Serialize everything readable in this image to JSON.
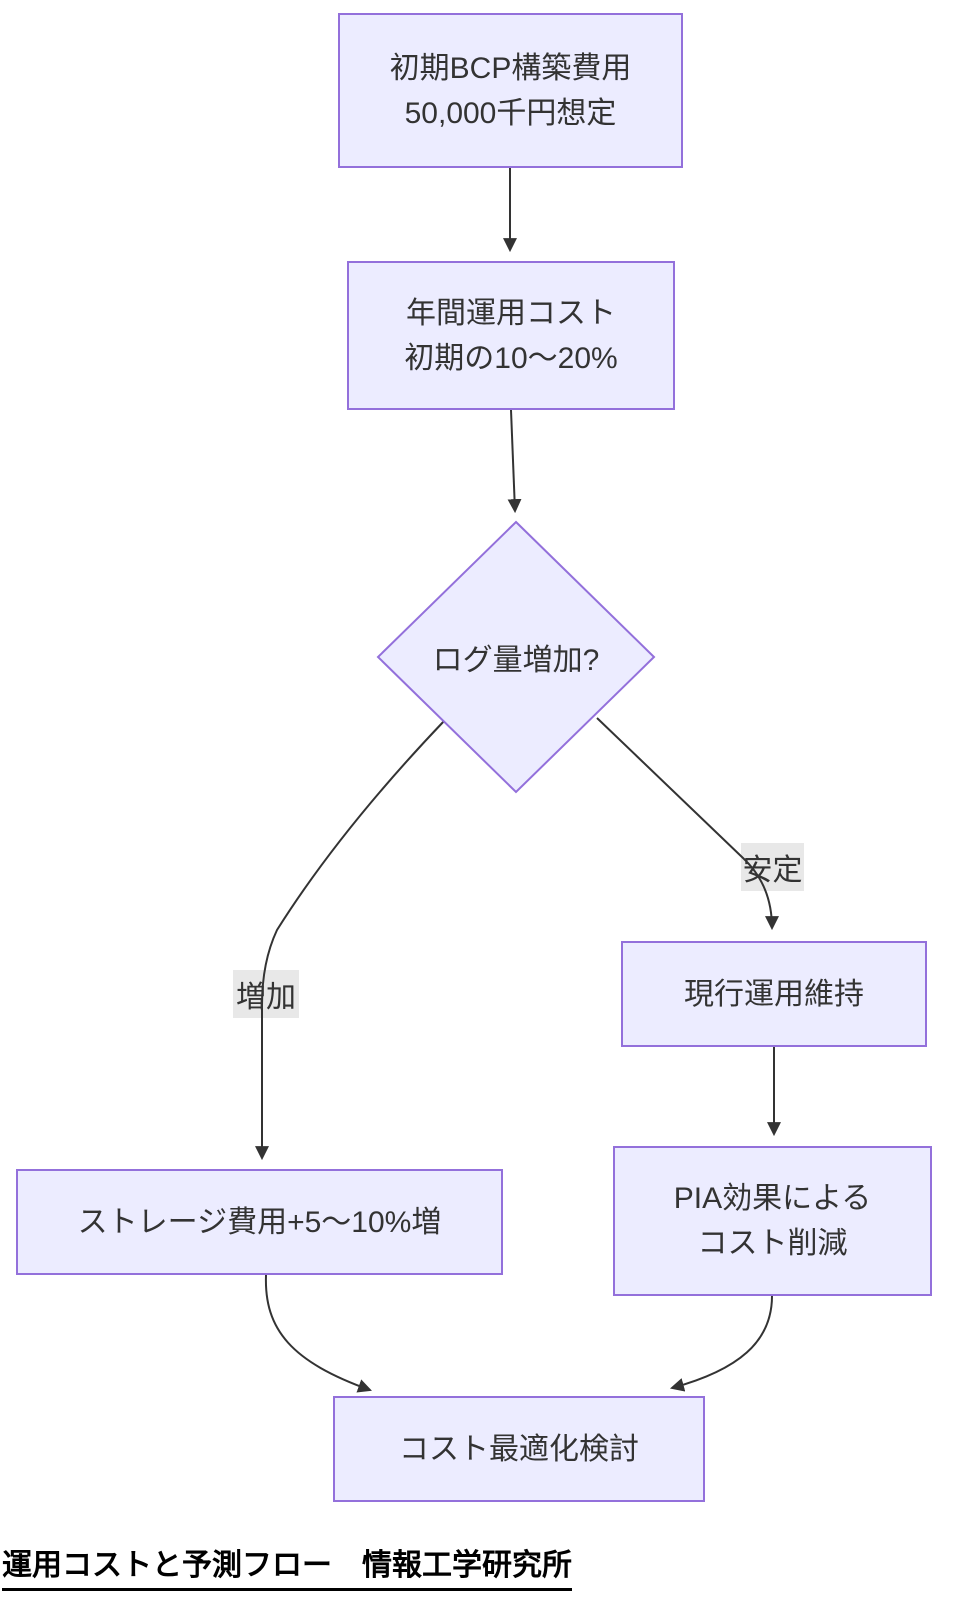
{
  "diagram": {
    "nodes": {
      "initial": {
        "line1": "初期BCP構築費用",
        "line2": "50,000千円想定"
      },
      "annual": {
        "line1": "年間運用コスト",
        "line2": "初期の10〜20%"
      },
      "decision": {
        "label": "ログ量増加?"
      },
      "storage": {
        "label": "ストレージ費用+5〜10%増"
      },
      "maintain": {
        "label": "現行運用維持"
      },
      "pia": {
        "line1": "PIA効果による",
        "line2": "コスト削減"
      },
      "optimize": {
        "label": "コスト最適化検討"
      }
    },
    "edge_labels": {
      "increase": "増加",
      "stable": "安定"
    },
    "colors": {
      "node_fill": "#ECECFF",
      "node_border": "#9370DB",
      "edge_line": "#333333",
      "edge_label_bg": "#e8e8e8",
      "node_text": "#333333",
      "caption_text": "#000000"
    }
  },
  "caption": {
    "text": "運用コストと予測フロー　情報工学研究所"
  }
}
